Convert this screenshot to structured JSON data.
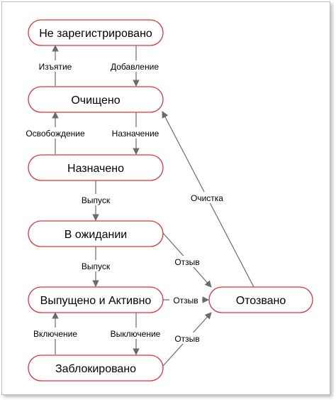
{
  "states": {
    "not_registered": "Не зарегистрировано",
    "cleared": "Очищено",
    "assigned": "Назначено",
    "pending": "В ожидании",
    "issued_active": "Выпущено и Активно",
    "blocked": "Заблокировано",
    "revoked": "Отозвано"
  },
  "transitions": {
    "withdrawal": "Изъятие",
    "addition": "Добавление",
    "release": "Освобождение",
    "assignment": "Назначение",
    "issue_1": "Выпуск",
    "issue_2": "Выпуск",
    "enabling": "Включение",
    "disabling": "Выключение",
    "revoke_pending": "Отзыв",
    "revoke_active": "Отзыв",
    "revoke_blocked": "Отзыв",
    "cleanup": "Очистка"
  },
  "colors": {
    "node_border": "#e0343a",
    "edge": "#6b6b6b"
  }
}
